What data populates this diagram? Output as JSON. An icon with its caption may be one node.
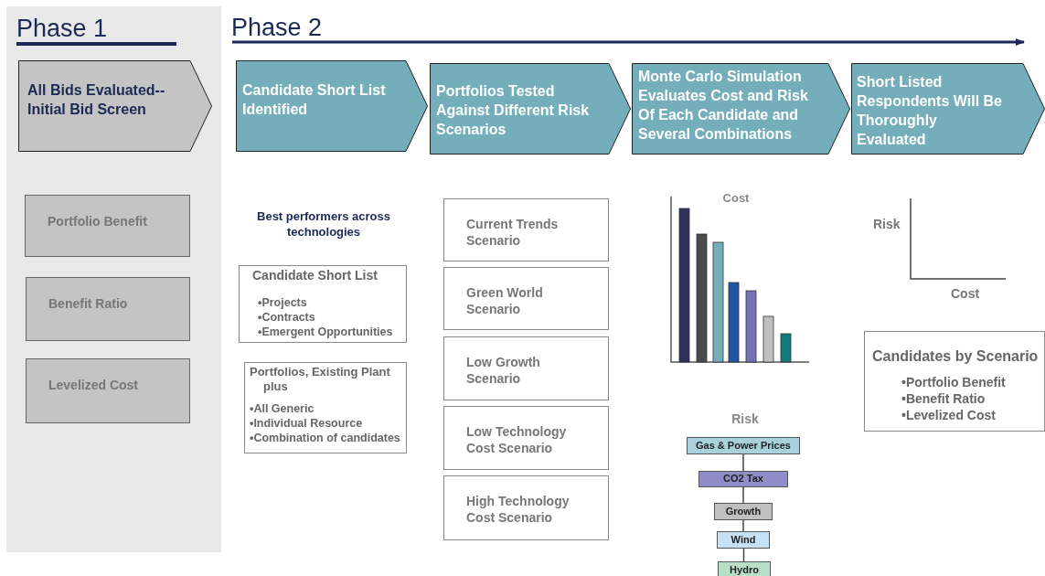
{
  "diagram": {
    "nodes": [
      {
        "text": [
          "Phase 1"
        ]
      },
      {
        "text": [
          "All Bids Evaluated-- Initial Bid Screen"
        ],
        "in": 0
      },
      {
        "text": [
          "Portfolio Benefit"
        ],
        "in": 0
      },
      {
        "text": [
          "Benefit Ratio"
        ],
        "in": 0
      },
      {
        "text": [
          "Levelized Cost"
        ],
        "in": 0
      },
      {
        "text": [
          "Candidate Short List Identified"
        ]
      },
      {
        "text": [
          "Portfolios Tested Against Different Risk Scenarios"
        ]
      },
      {
        "text": [
          "Monte Carlo Simulation Evaluates Cost and Risk Of Each Candidate and Several Combinations"
        ]
      },
      {
        "text": [
          "Short Listed Respondents Will Be Thoroughly Evaluated"
        ]
      },
      {
        "text": [
          "Candidate Short List",
          "•Projects",
          "•Contracts",
          "•Emergent Opportunities"
        ]
      },
      {
        "text": [
          "Portfolios, Existing Plant plus",
          "•All Generic",
          "•Individual Resource",
          "•Combination of candidates"
        ]
      },
      {
        "text": [
          "Current Trends Scenario"
        ]
      },
      {
        "text": [
          "Green World Scenario"
        ]
      },
      {
        "text": [
          "Low Growth Scenario"
        ]
      },
      {
        "text": [
          "Low Technology Cost Scenario"
        ]
      },
      {
        "text": [
          "High Technology Cost Scenario"
        ]
      },
      {
        "text": [
          "Gas & Power Prices"
        ]
      },
      {
        "text": [
          "CO2 Tax"
        ]
      },
      {
        "text": [
          "Growth"
        ]
      },
      {
        "text": [
          "Wind"
        ]
      },
      {
        "text": [
          "Hydro"
        ]
      },
      {
        "text": [
          "Candidates by Scenario",
          "•Portfolio Benefit",
          "•Benefit Ratio",
          "•Levelized Cost"
        ]
      }
    ],
    "edges": [
      {
        "from": 16,
        "to": 17,
        "arrow": "none"
      },
      {
        "from": 17,
        "to": 18,
        "arrow": "none"
      },
      {
        "from": 18,
        "to": 19,
        "arrow": "none"
      },
      {
        "from": 19,
        "to": 20,
        "arrow": "none"
      }
    ],
    "labels": [
      "Phase 2",
      "Best performers across technologies",
      "Cost",
      "Risk",
      "Cost",
      "Risk"
    ]
  }
}
